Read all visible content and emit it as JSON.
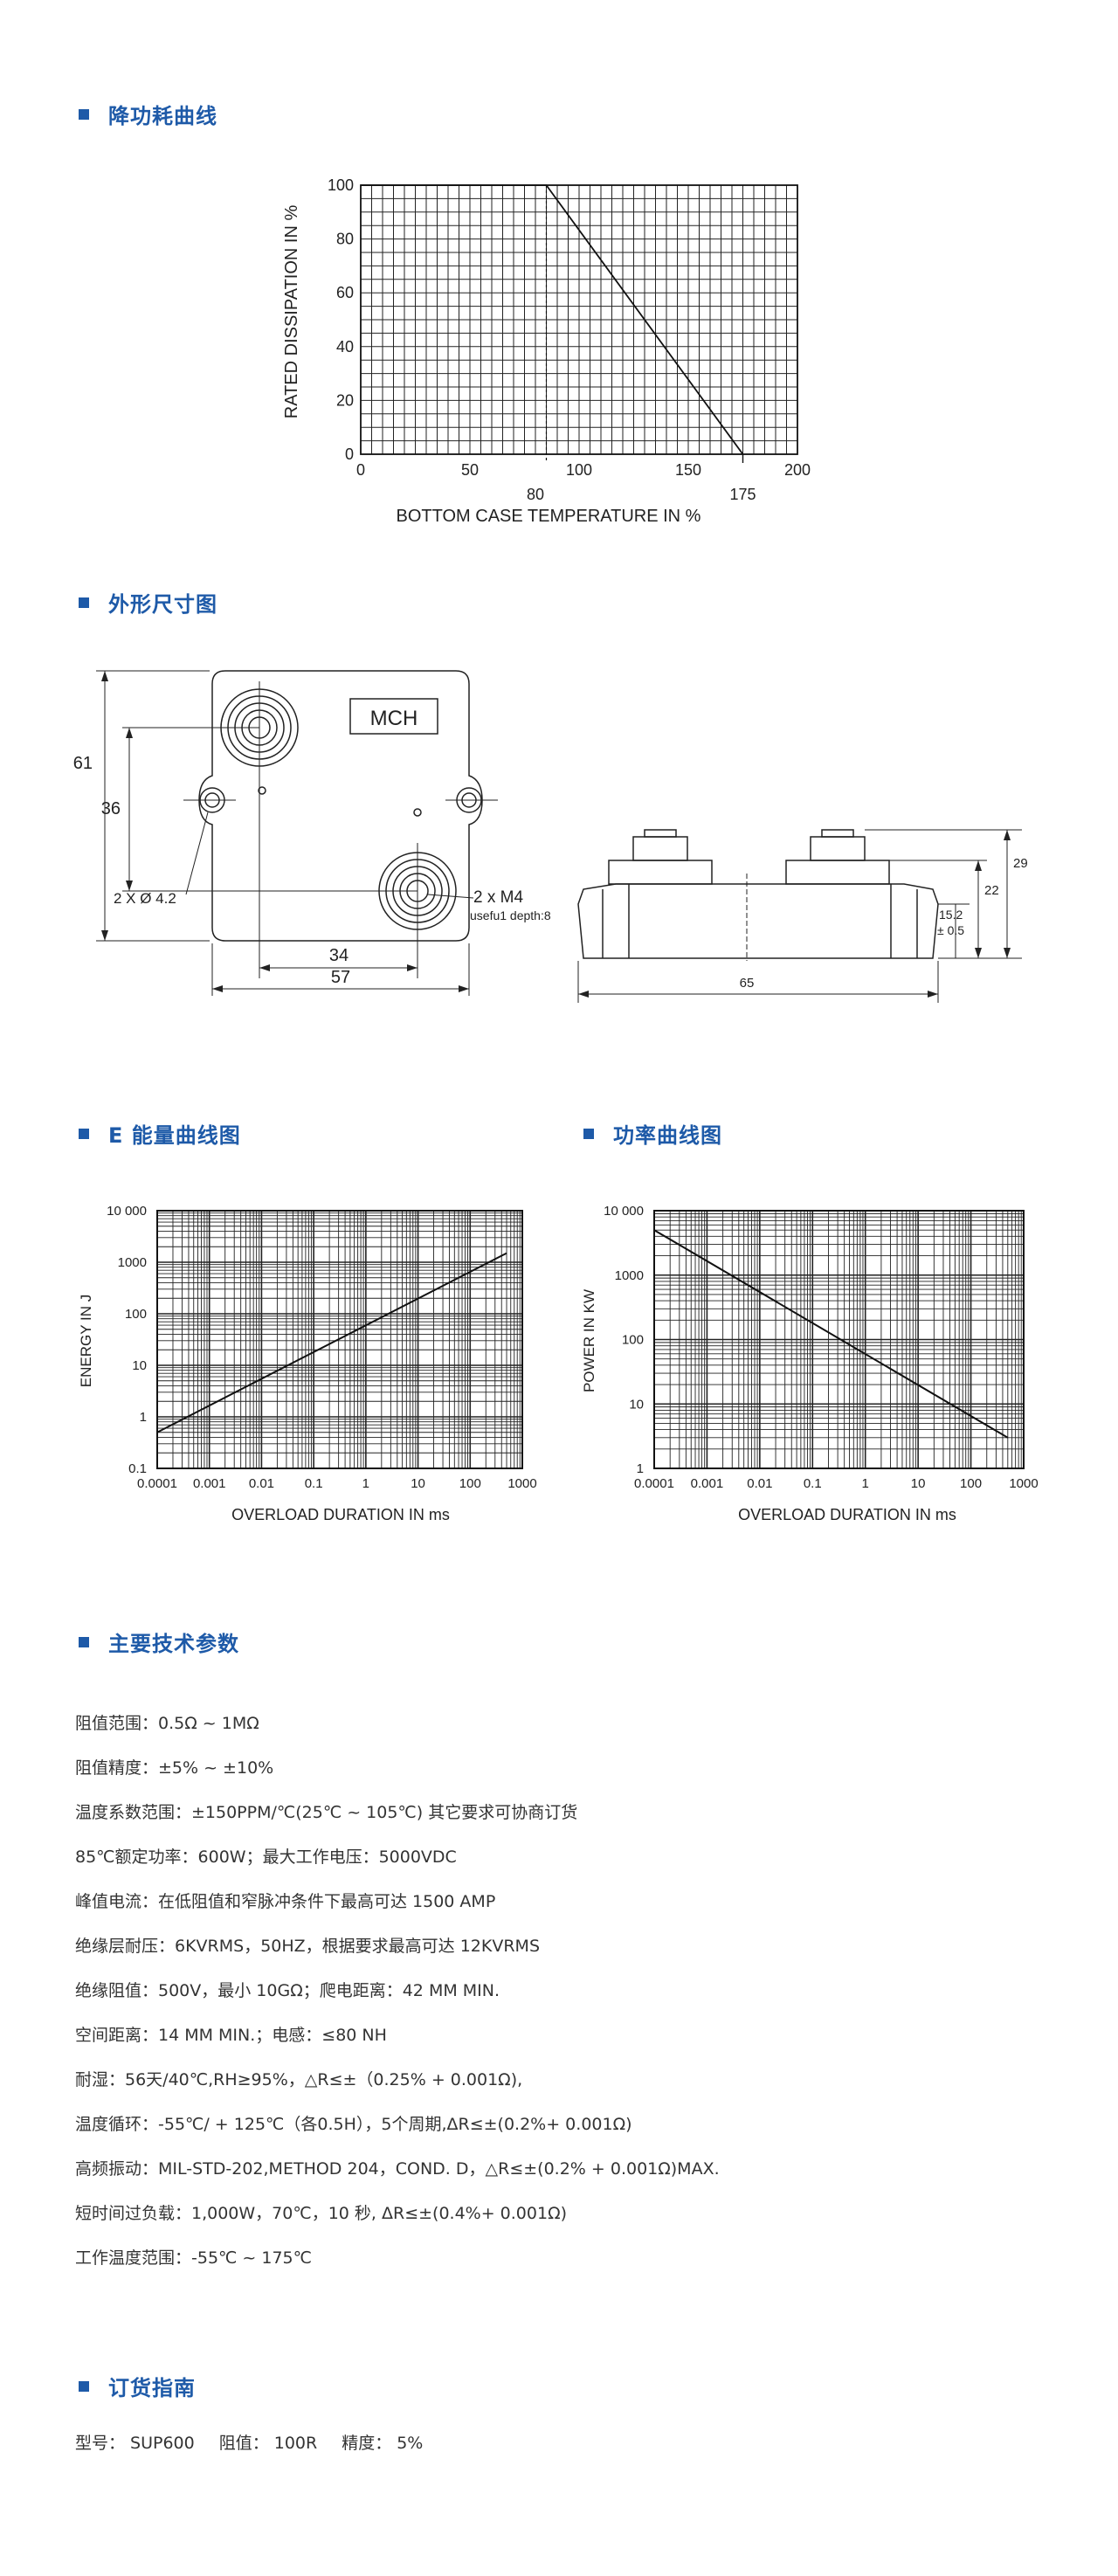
{
  "sections": {
    "derating": "降功耗曲线",
    "dimensions": "外形尺寸图",
    "energy": "E 能量曲线图",
    "power": "功率曲线图",
    "specs": "主要技术参数",
    "ordering": "订货指南"
  },
  "chart_data": [
    {
      "type": "line",
      "xlabel": "BOTTOM CASE TEMPERATURE IN %",
      "ylabel": "RATED DISSIPATION IN %",
      "xlim": [
        0,
        200
      ],
      "ylim": [
        0,
        100
      ],
      "x_ticks": [
        "0",
        "50",
        "100",
        "150",
        "200"
      ],
      "x_extra_ticks": [
        "80",
        "175"
      ],
      "y_ticks": [
        "0",
        "20",
        "40",
        "60",
        "80",
        "100"
      ],
      "grid": true,
      "series": [
        {
          "x": [
            0,
            85,
            175
          ],
          "y": [
            100,
            100,
            0
          ]
        }
      ]
    },
    {
      "type": "line",
      "xlabel": "OVERLOAD DURATION IN ms",
      "ylabel": "ENERGY IN J",
      "xscale": "log",
      "yscale": "log",
      "xlim": [
        0.0001,
        1000
      ],
      "ylim": [
        0.1,
        10000
      ],
      "x_ticks": [
        "0.0001",
        "0.001",
        "0.01",
        "0.1",
        "1",
        "10",
        "100",
        "1000"
      ],
      "y_ticks": [
        "0.1",
        "1",
        "10",
        "100",
        "1000",
        "10 000"
      ],
      "grid": true,
      "series": [
        {
          "x": [
            0.0001,
            500
          ],
          "y": [
            0.5,
            1500
          ]
        }
      ]
    },
    {
      "type": "line",
      "xlabel": "OVERLOAD DURATION IN ms",
      "ylabel": "POWER IN KW",
      "xscale": "log",
      "yscale": "log",
      "xlim": [
        0.0001,
        1000
      ],
      "ylim": [
        1,
        10000
      ],
      "x_ticks": [
        "0.0001",
        "0.001",
        "0.01",
        "0.1",
        "1",
        "10",
        "100",
        "1000"
      ],
      "y_ticks": [
        "1",
        "10",
        "100",
        "1000",
        "10 000"
      ],
      "grid": true,
      "series": [
        {
          "x": [
            0.0001,
            500
          ],
          "y": [
            5000,
            3
          ]
        }
      ]
    }
  ],
  "drawing": {
    "label": "MCH",
    "dim_61": "61",
    "dim_36": "36",
    "dim_34": "34",
    "dim_57": "57",
    "holes": "2 X Ø 4.2",
    "thread": "2 x M4",
    "depth": "usefu1 depth:8",
    "side_65": "65",
    "side_29": "29",
    "side_22": "22",
    "side_152": "15.2",
    "side_tol": "± 0.5"
  },
  "specs": [
    "阻值范围：0.5Ω ~ 1MΩ",
    "阻值精度：±5% ~ ±10%",
    "温度系数范围：±150PPM/℃(25℃ ~ 105℃) 其它要求可协商订货",
    "85℃额定功率：600W；最大工作电压：5000VDC",
    "峰值电流：在低阻值和窄脉冲条件下最高可达 1500 AMP",
    "绝缘层耐压：6KVRMS，50HZ，根据要求最高可达 12KVRMS",
    "绝缘阻值：500V，最小 10GΩ；爬电距离：42 MM MIN.",
    "空间距离：14 MM MIN.；电感：≤80 NH",
    "耐湿：56天/40℃,RH≥95%，△R≤±（0.25% + 0.001Ω),",
    "温度循环：-55℃/ + 125℃（各0.5H），5个周期,ΔR≤±(0.2%+ 0.001Ω)",
    "高频振动：MIL-STD-202,METHOD 204，COND. D，△R≤±(0.2% + 0.001Ω)MAX.",
    "短时间过负载：1,000W，70℃，10 秒, ΔR≤±(0.4%+ 0.001Ω)",
    "工作温度范围：-55℃ ~ 175℃"
  ],
  "order": {
    "model_label": "型号：",
    "model": "SUP600",
    "res_label": "阻值：",
    "res": "100R",
    "acc_label": "精度：",
    "acc": "5%"
  }
}
